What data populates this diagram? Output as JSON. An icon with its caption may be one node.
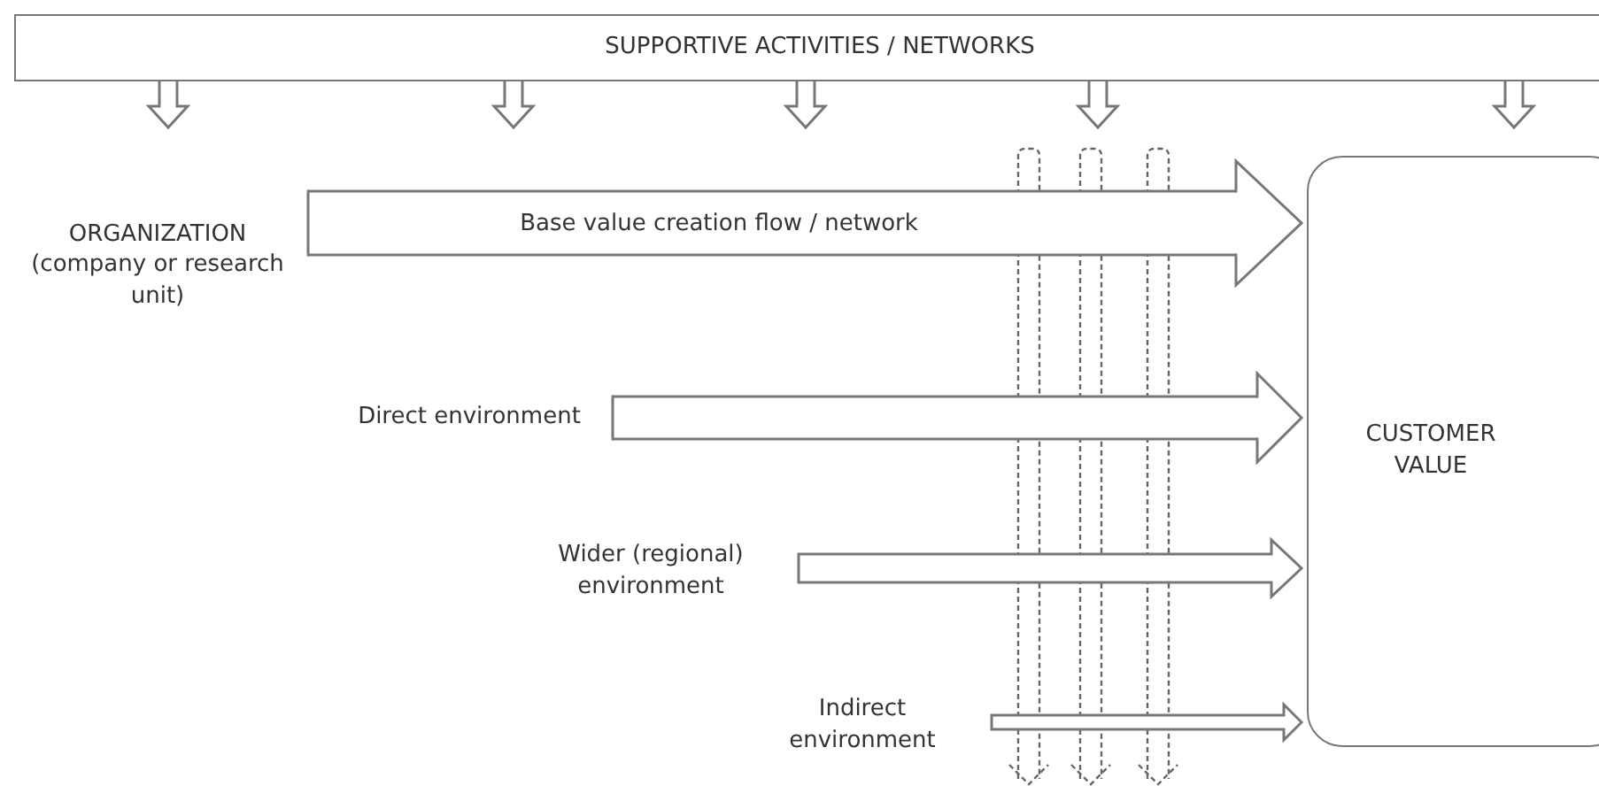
{
  "diagram": {
    "nodes": [
      {
        "text": [
          "SUPPORTIVE ACTIVITIES / NETWORKS"
        ]
      },
      {
        "text": [
          "ORGANIZATION (company or research unit)"
        ]
      },
      {
        "text": [
          "Direct environment"
        ]
      },
      {
        "text": [
          "Wider (regional) environment"
        ]
      },
      {
        "text": [
          "Indirect environment"
        ]
      },
      {
        "text": [
          "CUSTOMER VALUE"
        ]
      }
    ],
    "edges": [
      {
        "from": 1,
        "to": 5,
        "arrow": "to",
        "label": "Base value creation flow / network"
      },
      {
        "from": 2,
        "to": 5,
        "arrow": "to"
      },
      {
        "from": 3,
        "to": 5,
        "arrow": "to"
      },
      {
        "from": 4,
        "to": 5,
        "arrow": "to"
      },
      {
        "from": 0,
        "to": null,
        "arrow": "to"
      },
      {
        "from": 0,
        "to": null,
        "arrow": "to"
      },
      {
        "from": 0,
        "to": null,
        "arrow": "to"
      },
      {
        "from": 0,
        "to": null,
        "arrow": "to"
      },
      {
        "from": 0,
        "to": null,
        "arrow": "to"
      }
    ]
  }
}
